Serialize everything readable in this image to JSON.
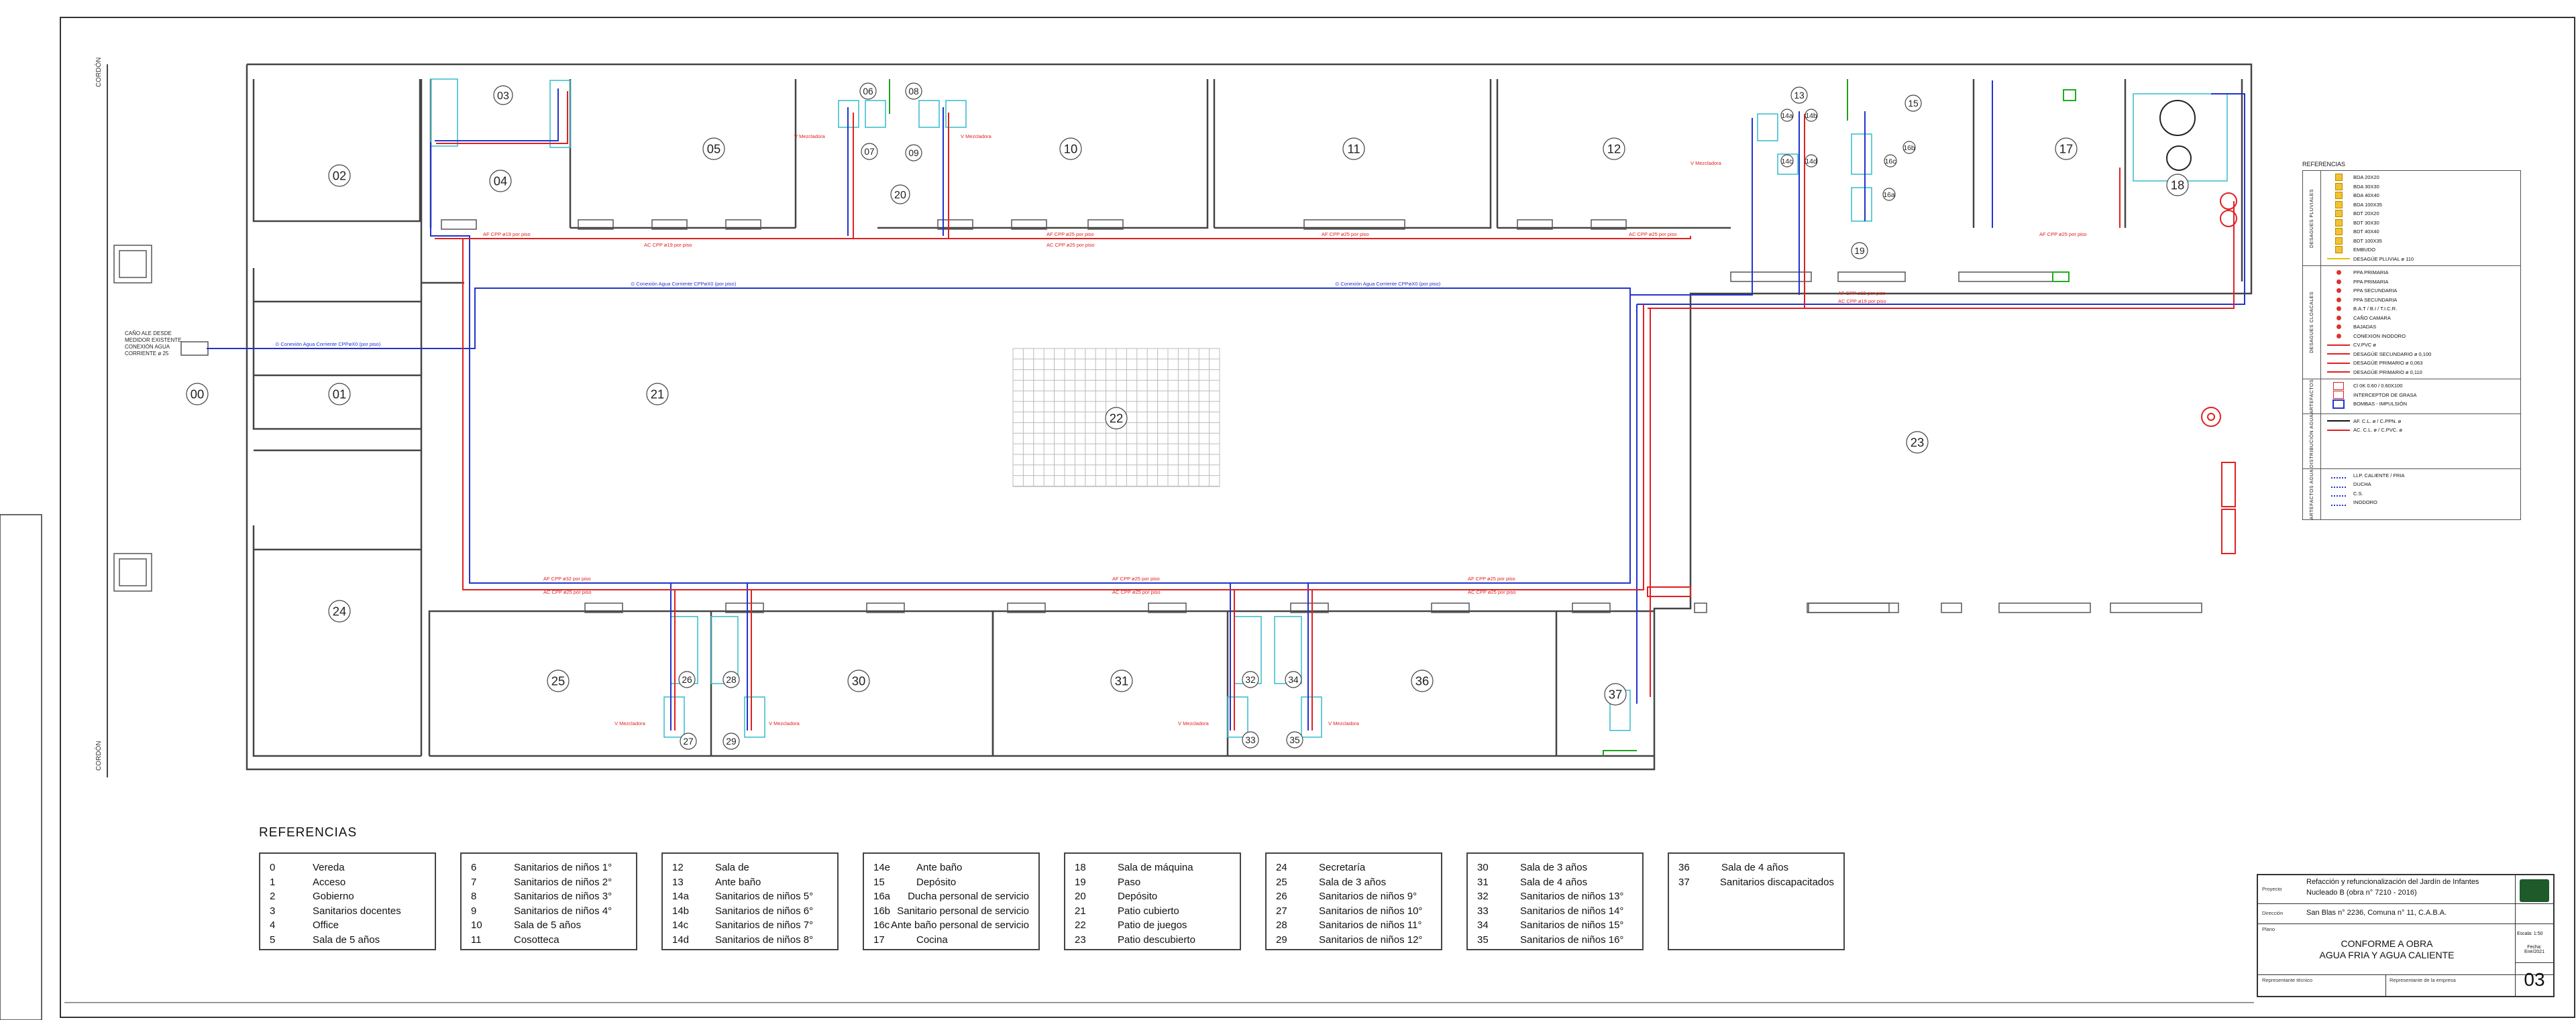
{
  "plan": {
    "rooms": [
      {
        "id": "00"
      },
      {
        "id": "01"
      },
      {
        "id": "02"
      },
      {
        "id": "03"
      },
      {
        "id": "04"
      },
      {
        "id": "05"
      },
      {
        "id": "06"
      },
      {
        "id": "07"
      },
      {
        "id": "08"
      },
      {
        "id": "09"
      },
      {
        "id": "10"
      },
      {
        "id": "11"
      },
      {
        "id": "12"
      },
      {
        "id": "13"
      },
      {
        "id": "14a"
      },
      {
        "id": "14b"
      },
      {
        "id": "14c"
      },
      {
        "id": "14d"
      },
      {
        "id": "15"
      },
      {
        "id": "16a"
      },
      {
        "id": "16b"
      },
      {
        "id": "16c"
      },
      {
        "id": "17"
      },
      {
        "id": "18"
      },
      {
        "id": "19"
      },
      {
        "id": "20"
      },
      {
        "id": "21"
      },
      {
        "id": "22"
      },
      {
        "id": "23"
      },
      {
        "id": "24"
      },
      {
        "id": "25"
      },
      {
        "id": "26"
      },
      {
        "id": "27"
      },
      {
        "id": "28"
      },
      {
        "id": "29"
      },
      {
        "id": "30"
      },
      {
        "id": "31"
      },
      {
        "id": "32"
      },
      {
        "id": "33"
      },
      {
        "id": "34"
      },
      {
        "id": "35"
      },
      {
        "id": "36"
      },
      {
        "id": "37"
      }
    ],
    "side_label": "CORDÓN",
    "connection_note": [
      "CAÑO ALE DESDE",
      "MEDIDOR EXISTENTE",
      "CONEXIÓN AGUA",
      "CORRIENTE ø 25"
    ],
    "pipe_labels": [
      "⊙ Conexión Agua Corriente CPPøX0 (por piso)",
      "AF CPP ø19 por piso",
      "AC CPP ø19 por piso",
      "AF CPP ø25 por piso",
      "AC CPP ø25 por piso",
      "AF CPP ø32 por piso",
      "V Mezcladora"
    ]
  },
  "references": {
    "title": "REFERENCIAS",
    "columns": [
      [
        [
          "0",
          "Vereda"
        ],
        [
          "1",
          "Acceso"
        ],
        [
          "2",
          "Gobierno"
        ],
        [
          "3",
          "Sanitarios docentes"
        ],
        [
          "4",
          "Office"
        ],
        [
          "5",
          "Sala de 5 años"
        ]
      ],
      [
        [
          "6",
          "Sanitarios de niños 1°"
        ],
        [
          "7",
          "Sanitarios de niños 2°"
        ],
        [
          "8",
          "Sanitarios de niños 3°"
        ],
        [
          "9",
          "Sanitarios de niños 4°"
        ],
        [
          "10",
          "Sala de 5 años"
        ],
        [
          "11",
          "Cosotteca"
        ]
      ],
      [
        [
          "12",
          "Sala de"
        ],
        [
          "13",
          "Ante baño"
        ],
        [
          "14a",
          "Sanitarios de niños 5°"
        ],
        [
          "14b",
          "Sanitarios de niños 6°"
        ],
        [
          "14c",
          "Sanitarios de niños 7°"
        ],
        [
          "14d",
          "Sanitarios de niños 8°"
        ]
      ],
      [
        [
          "14e",
          "Ante baño"
        ],
        [
          "15",
          "Depósito"
        ],
        [
          "16a",
          "Ducha personal de servicio"
        ],
        [
          "16b",
          "Sanitario personal de servicio"
        ],
        [
          "16c",
          "Ante baño personal de servicio"
        ],
        [
          "17",
          "Cocina"
        ]
      ],
      [
        [
          "18",
          "Sala de máquina"
        ],
        [
          "19",
          "Paso"
        ],
        [
          "20",
          "Depósito"
        ],
        [
          "21",
          "Patio cubierto"
        ],
        [
          "22",
          "Patio de juegos"
        ],
        [
          "23",
          "Patio descubierto"
        ]
      ],
      [
        [
          "24",
          "Secretaría"
        ],
        [
          "25",
          "Sala de 3 años"
        ],
        [
          "26",
          "Sanitarios de niños 9°"
        ],
        [
          "27",
          "Sanitarios de niños 10°"
        ],
        [
          "28",
          "Sanitarios de niños 11°"
        ],
        [
          "29",
          "Sanitarios de niños 12°"
        ]
      ],
      [
        [
          "30",
          "Sala de 3 años"
        ],
        [
          "31",
          "Sala de 4 años"
        ],
        [
          "32",
          "Sanitarios de niños 13°"
        ],
        [
          "33",
          "Sanitarios de niños 14°"
        ],
        [
          "34",
          "Sanitarios de niños 15°"
        ],
        [
          "35",
          "Sanitarios de niños 16°"
        ]
      ],
      [
        [
          "36",
          "Sala de 4 años"
        ],
        [
          "37",
          "Sanitarios discapacitados"
        ]
      ]
    ]
  },
  "legend": {
    "title": "REFERENCIAS",
    "sections": [
      {
        "name": "DESAGÜES PLUVIALES",
        "items": [
          {
            "sym": "square",
            "label": "BDA 20X20"
          },
          {
            "sym": "square",
            "label": "BDA 30X30"
          },
          {
            "sym": "square",
            "label": "BDA 40X40"
          },
          {
            "sym": "square",
            "label": "BDA 100X35"
          },
          {
            "sym": "square",
            "label": "BDT 20X20"
          },
          {
            "sym": "square",
            "label": "BDT 30X30"
          },
          {
            "sym": "square",
            "label": "BDT 40X40"
          },
          {
            "sym": "square",
            "label": "BDT 100X35"
          },
          {
            "sym": "square",
            "label": "EMBUDO"
          },
          {
            "sym": "line-yellow",
            "label": "DESAGÜE PLUVIAL ø 110"
          }
        ]
      },
      {
        "name": "DESAGÜES CLOACALES",
        "items": [
          {
            "sym": "dot",
            "label": "PPA PRIMARIA"
          },
          {
            "sym": "dot",
            "label": "PPA PRIMARIA"
          },
          {
            "sym": "dot",
            "label": "PPA SECUNDARIA"
          },
          {
            "sym": "dot",
            "label": "PPA SECUNDARIA"
          },
          {
            "sym": "dot",
            "label": "B.A.T / B.I / T.I.C.R."
          },
          {
            "sym": "dot",
            "label": "CAÑO CAMARA"
          },
          {
            "sym": "dot",
            "label": "BAJADAS"
          },
          {
            "sym": "dot",
            "label": "CONEXION INODORO"
          },
          {
            "sym": "line-red",
            "label": "CV.PVC ø"
          },
          {
            "sym": "line-red",
            "label": "DESAGÜE SECUNDARIO ø 0,100"
          },
          {
            "sym": "line-red",
            "label": "DESAGÜE PRIMARIO ø 0,063"
          },
          {
            "sym": "line-red",
            "label": "DESAGÜE PRIMARIO ø 0,110"
          }
        ]
      },
      {
        "name": "ARTEFACTOS",
        "items": [
          {
            "sym": "box",
            "label": "Cl 0K 0.60 / 0.60X100"
          },
          {
            "sym": "box",
            "label": "INTERCEPTOR DE GRASA"
          },
          {
            "sym": "box-blue",
            "label": "BOMBAS - IMPULSIÓN"
          }
        ]
      },
      {
        "name": "DISTRIBUCIÓN AGUA",
        "items": [
          {
            "sym": "line-black",
            "label": "AF. C.L. ø / C.PPN. ø"
          },
          {
            "sym": "line-red",
            "label": "AC. C.L. ø / C.PVC. ø"
          }
        ]
      },
      {
        "name": "ARTEFACTOS AGUA",
        "items": [
          {
            "sym": "valve",
            "label": "LLP. CALIENTE / FRIA"
          },
          {
            "sym": "valve",
            "label": "DUCHA"
          },
          {
            "sym": "valve",
            "label": "C.S."
          },
          {
            "sym": "valve",
            "label": "INODORO"
          }
        ]
      }
    ]
  },
  "titleblock": {
    "project_label": "Proyecto",
    "project": [
      "Refacción y refuncionalización del Jardín de Infantes",
      "Nucleado B (obra n° 7210 - 2016)"
    ],
    "address_label": "Dirección",
    "address": "San Blas n° 2236, Comuna n° 11, C.A.B.A.",
    "plan_label": "Plano",
    "plan": [
      "CONFORME A OBRA",
      "AGUA FRIA Y AGUA CALIENTE"
    ],
    "scale": "Escala: 1:50",
    "date": [
      "Fecha:",
      "Ene/2021"
    ],
    "tech_label": "Representante técnico",
    "company_label": "Representante de la empresa",
    "sheet": "03"
  },
  "colors": {
    "cold": "#2233cc",
    "hot": "#e02020",
    "drain": "#1ea01e",
    "fixture": "#33bbcc",
    "wall": "#444444"
  }
}
